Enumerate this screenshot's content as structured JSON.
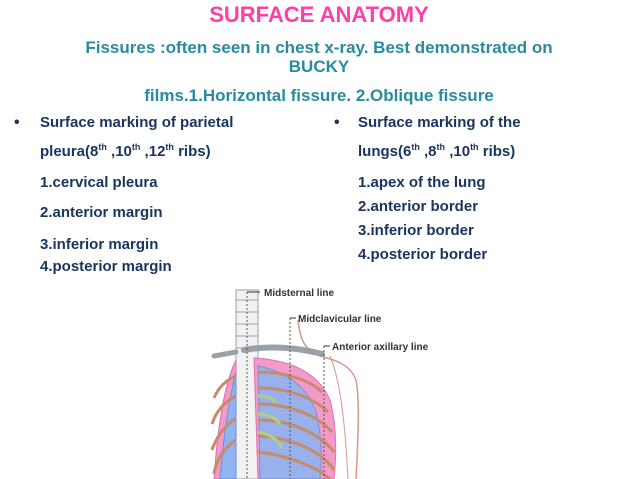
{
  "colors": {
    "title": "#ff3fa8",
    "subtitle": "#2a8aa0",
    "body": "#1a3560"
  },
  "title": "SURFACE ANATOMY",
  "subtitle": {
    "line1": "Fissures :often seen in chest x-ray. Best demonstrated on",
    "line2": "BUCKY",
    "line3": "films.1.Horizontal fissure.   2.Oblique fissure"
  },
  "left": {
    "bullet": "•",
    "heading_a": "Surface marking of parietal",
    "heading_b_pre": "pleura(8",
    "sup1": "th",
    "sep1": " ,10",
    "sup2": "th",
    "sep2": " ,12",
    "sup3": "th",
    "heading_b_post": "  ribs)",
    "items": [
      "1.cervical pleura",
      "2.anterior margin",
      " 3.inferior margin",
      "4.posterior margin"
    ]
  },
  "right": {
    "bullet": "•",
    "heading_a": "Surface marking of the",
    "heading_b_pre": "lungs(6",
    "sup1": "th",
    "sep1": " ,8",
    "sup2": "th",
    "sep2": " ,10",
    "sup3": "th",
    "heading_b_post": "  ribs)",
    "items": [
      "1.apex of the lung",
      "2.anterior border",
      "3.inferior border",
      "4.posterior border"
    ]
  },
  "figure": {
    "labels": [
      "Midsternal line",
      "Midclavicular line",
      "Anterior axillary line"
    ]
  }
}
